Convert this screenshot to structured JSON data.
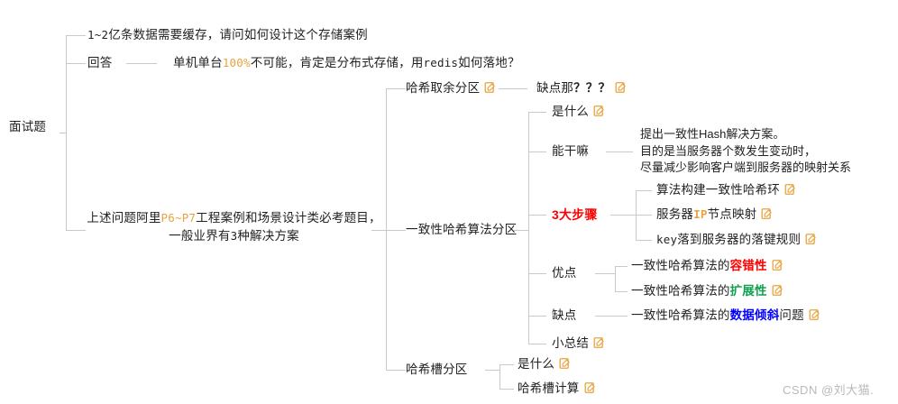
{
  "meta": {
    "watermark": "CSDN @刘大猫.",
    "colors": {
      "line": "#c9c9c9",
      "text": "#222222",
      "icon": "#e8a33d",
      "red": "#ff0000",
      "green": "#12a150",
      "blue": "#0000ff",
      "watermark": "#b9b9b9"
    }
  },
  "root": {
    "label": "面试题"
  },
  "branch_question": {
    "label_part1": "1~2",
    "label_part2": "亿条数据需要缓存，请问如何设计这个存储案例"
  },
  "branch_answer": {
    "label": "回答",
    "child_pre": "单机单台",
    "child_pct": "100%",
    "child_mid": "不可能，肯定是分布式存储，用",
    "child_redis": "redis",
    "child_post": "如何落地？"
  },
  "branch_main": {
    "line1_a": "上述问题阿里",
    "line1_b": "P6~P7",
    "line1_c": "工程案例和场景设计类必考题目，",
    "line2_a": "一般业界有",
    "line2_b": "3",
    "line2_c": "种解决方案"
  },
  "topic_hash_mod": {
    "label": "哈希取余分区",
    "child": {
      "label_a": "缺点那",
      "label_b": "？？？"
    }
  },
  "topic_consistent_hash": {
    "label": "一致性哈希算法分区",
    "children": {
      "what": "是什么",
      "can_do": "能干嘛",
      "can_do_detail": "提出一致性Hash解决方案。\n目的是当服务器个数发生变动时，\n尽量减少影响客户端到服务器的映射关系",
      "three_steps": "3大步骤",
      "steps": [
        {
          "label": "算法构建一致性哈希环"
        },
        {
          "label_a": "服务器",
          "label_ip": "IP",
          "label_b": "节点映射"
        },
        {
          "label_key": "key",
          "label_b": "落到服务器的落键规则"
        }
      ],
      "pros_label": "优点",
      "pros": [
        {
          "prefix": "一致性哈希算法的",
          "keyword": "容错性",
          "suffix": "",
          "color": "red"
        },
        {
          "prefix": "一致性哈希算法的",
          "keyword": "扩展性",
          "suffix": "",
          "color": "green"
        }
      ],
      "cons_label": "缺点",
      "cons": [
        {
          "prefix": "一致性哈希算法的",
          "keyword": "数据倾斜",
          "suffix": "问题",
          "color": "blue"
        }
      ],
      "summary_label": "小总结"
    }
  },
  "topic_hash_slot": {
    "label": "哈希槽分区",
    "children": [
      {
        "label": "是什么"
      },
      {
        "label": "哈希槽计算"
      }
    ]
  },
  "icons": {
    "note": "note-edit-icon"
  }
}
